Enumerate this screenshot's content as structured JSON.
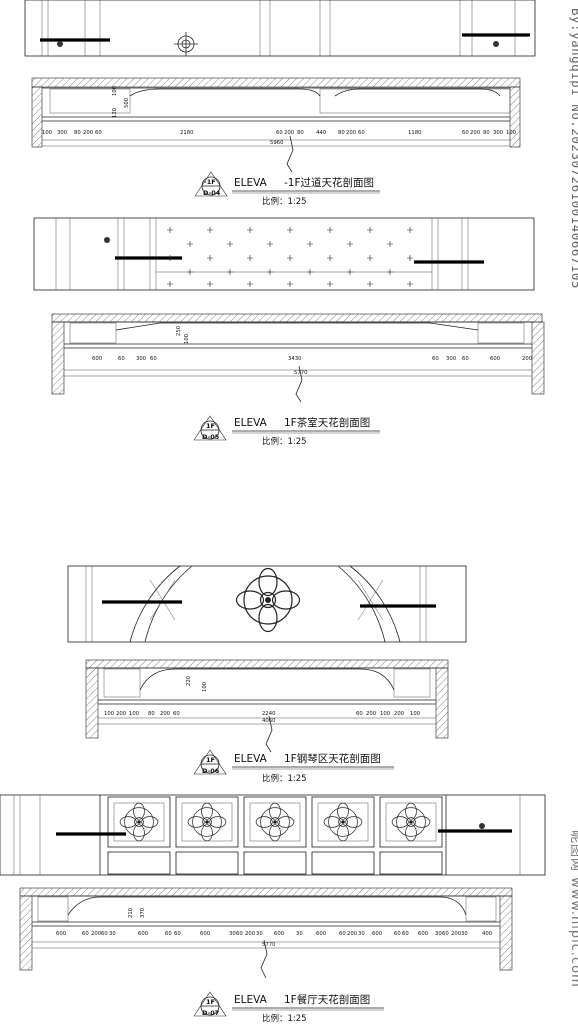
{
  "sections": [
    {
      "id": "s1",
      "title_prefix": "ELEVA",
      "title": "-1F过道天花剖面图",
      "tag_top": "-1F",
      "tag_bottom": "D-04",
      "scale": "比例：1:25",
      "dims_left": [
        "100",
        "300",
        "80",
        "200",
        "60"
      ],
      "dim_middle": "2180",
      "dims_center": [
        "60",
        "200",
        "80",
        "440",
        "80",
        "200",
        "60"
      ],
      "dim_right": "1180",
      "dims_right_tail": [
        "60",
        "200",
        "80",
        "300",
        "100"
      ],
      "vertical_dims": [
        "100",
        "500",
        "120"
      ],
      "overall": "5960"
    },
    {
      "id": "s2",
      "title_prefix": "ELEVA",
      "title": "1F茶室天花剖面图",
      "tag_top": "1F",
      "tag_bottom": "D-05",
      "scale": "比例：1:25",
      "dims": [
        "600",
        "60",
        "300",
        "60",
        "3430",
        "60",
        "300",
        "60",
        "600",
        "200"
      ],
      "vertical_dims": [
        "250",
        "100"
      ],
      "overall": "5770"
    },
    {
      "id": "s3",
      "title_prefix": "ELEVA",
      "title": "1F钢琴区天花剖面图",
      "tag_top": "1F",
      "tag_bottom": "D-06",
      "scale": "比例：1:25",
      "dims_left": [
        "100",
        "200",
        "100",
        "80",
        "200",
        "60"
      ],
      "dim_middle": "2240",
      "dims_right": [
        "60",
        "200",
        "100",
        "200",
        "100"
      ],
      "vertical_dims": [
        "220",
        "100"
      ],
      "overall": "4060"
    },
    {
      "id": "s4",
      "title_prefix": "ELEVA",
      "title": "1F餐厅天花剖面图",
      "tag_top": "1F",
      "tag_bottom": "D-07",
      "scale": "比例：1:25",
      "dims": [
        "600",
        "60",
        "200",
        "60",
        "30",
        "600",
        "60",
        "60",
        "600",
        "30",
        "60",
        "200",
        "30",
        "600",
        "30",
        "600",
        "60",
        "200",
        "30",
        "600",
        "60",
        "60",
        "600",
        "30",
        "60",
        "200",
        "30",
        "400"
      ],
      "vertical_dims": [
        "210",
        "370"
      ],
      "overall": "5770"
    }
  ],
  "watermark": {
    "vertical_id": "By:yangqipi No.20230726100140667105",
    "vertical_site": "昵图网 www.nipic.com"
  },
  "icons": [
    "light-fixture-icon",
    "flower-ornament-icon",
    "section-marker-icon"
  ]
}
